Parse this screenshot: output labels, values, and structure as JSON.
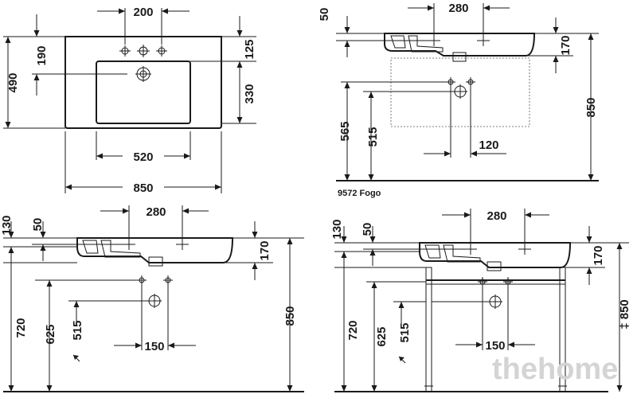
{
  "top_view": {
    "d_200": "200",
    "d_190": "190",
    "d_490": "490",
    "d_125": "125",
    "d_330": "330",
    "d_520": "520",
    "d_850": "850"
  },
  "side_top_right": {
    "d_50": "50",
    "d_280": "280",
    "d_170": "170",
    "d_850": "850",
    "d_565": "565",
    "d_515": "515",
    "d_120": "120",
    "caption": "9572 Fogo"
  },
  "side_bottom_left": {
    "d_130": "130",
    "d_50": "50",
    "d_280": "280",
    "d_170": "170",
    "d_850": "850",
    "d_720": "720",
    "d_625": "625",
    "d_515": "515",
    "d_150": "150"
  },
  "side_bottom_right": {
    "d_130": "130",
    "d_50": "50",
    "d_280": "280",
    "d_170": "170",
    "d_850": "‡ 850",
    "d_720": "720",
    "d_625": "625",
    "d_515": "515",
    "d_150": "150"
  },
  "watermark": {
    "text": "thehome"
  },
  "icons": [
    "tap-hole-icon",
    "drain-icon",
    "arrow-icon"
  ]
}
